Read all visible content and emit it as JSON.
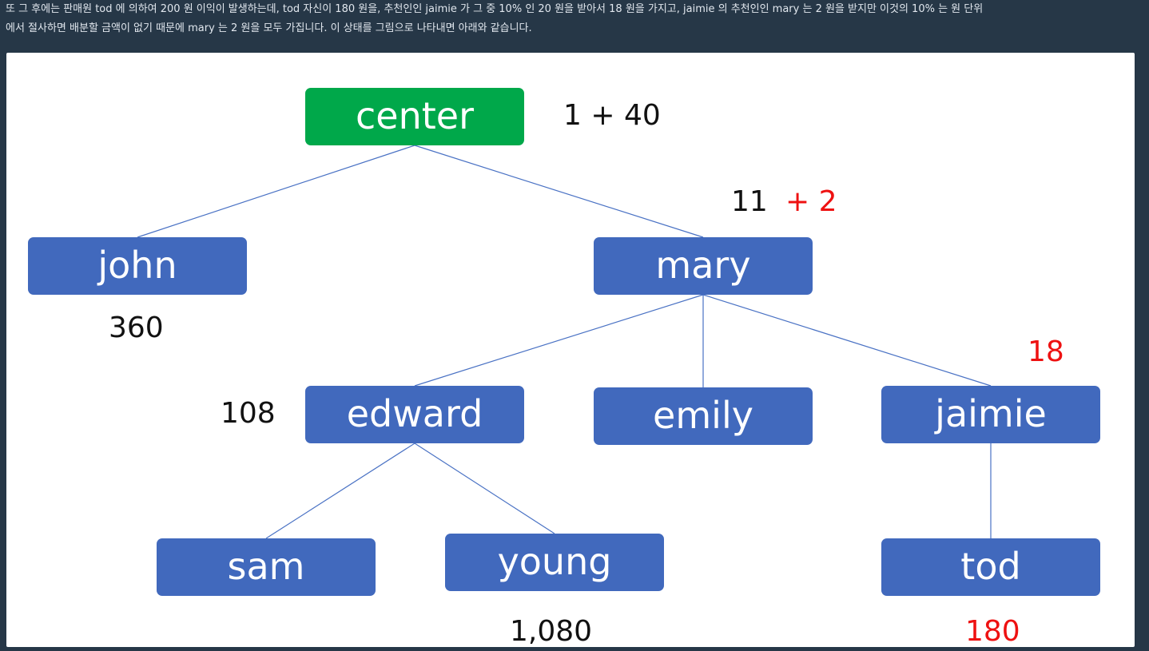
{
  "description": {
    "line1": "또 그 후에는 판매원 tod 에 의하여 200 원 이익이 발생하는데, tod 자신이 180 원을, 추천인인 jaimie 가 그 중 10% 인 20 원을 받아서 18 원을 가지고, jaimie 의 추천인인 mary 는 2 원을 받지만 이것의 10% 는 원 단위",
    "line2": "에서 절사하면 배분할 금액이 없기 때문에 mary 는 2 원을 모두 가집니다. 이 상태를 그림으로 나타내면 아래와 같습니다."
  },
  "colors": {
    "root_node": "#00a84a",
    "node": "#4169bd",
    "edge": "#4a72c4",
    "highlight_text": "#ee1111",
    "page_background": "#263747"
  },
  "nodes": {
    "center": "center",
    "john": "john",
    "mary": "mary",
    "edward": "edward",
    "emily": "emily",
    "jaimie": "jaimie",
    "sam": "sam",
    "young": "young",
    "tod": "tod"
  },
  "edges": [
    [
      "center",
      "john"
    ],
    [
      "center",
      "mary"
    ],
    [
      "mary",
      "edward"
    ],
    [
      "mary",
      "emily"
    ],
    [
      "mary",
      "jaimie"
    ],
    [
      "edward",
      "sam"
    ],
    [
      "edward",
      "young"
    ],
    [
      "jaimie",
      "tod"
    ]
  ],
  "amounts": {
    "center": "1 + 40",
    "mary_base": "11",
    "mary_added": "+ 2",
    "john": "360",
    "edward": "108",
    "jaimie": "18",
    "young": "1,080",
    "tod": "180"
  }
}
